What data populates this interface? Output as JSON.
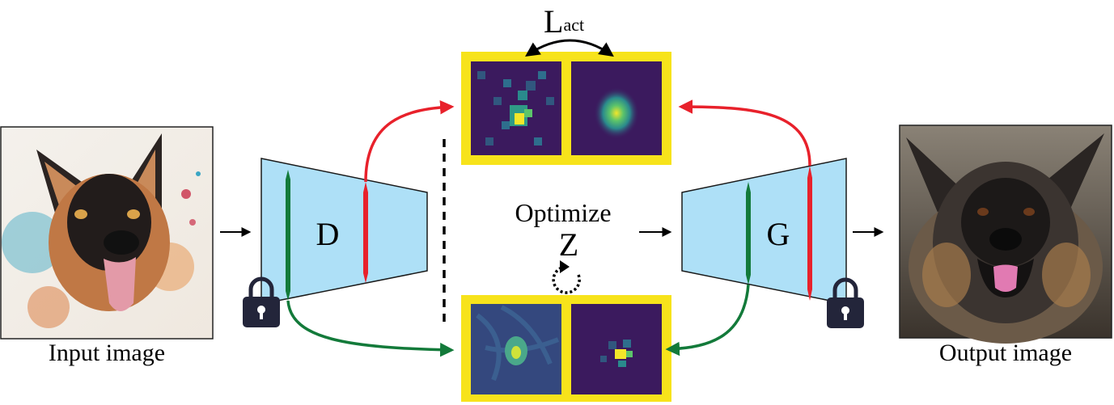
{
  "labels": {
    "input_caption": "Input image",
    "output_caption": "Output image",
    "encoder": "D",
    "generator": "G",
    "optimize": "Optimize",
    "latent": "Z",
    "loss_main": "L",
    "loss_sub": "act"
  },
  "colors": {
    "encoder_fill": "#aee0f7",
    "activation_border": "#f7e31b",
    "red_path": "#e8212b",
    "green_path": "#137a3a",
    "lock": "#23253a",
    "heatmap_dark": "#3b1a5e"
  },
  "icons": {
    "lock": "padlock-icon",
    "loop": "refresh-loop-icon",
    "arrow": "arrow-right-icon"
  },
  "images": {
    "input": "watercolor-german-shepherd",
    "output": "photo-fluffy-german-shepherd"
  }
}
